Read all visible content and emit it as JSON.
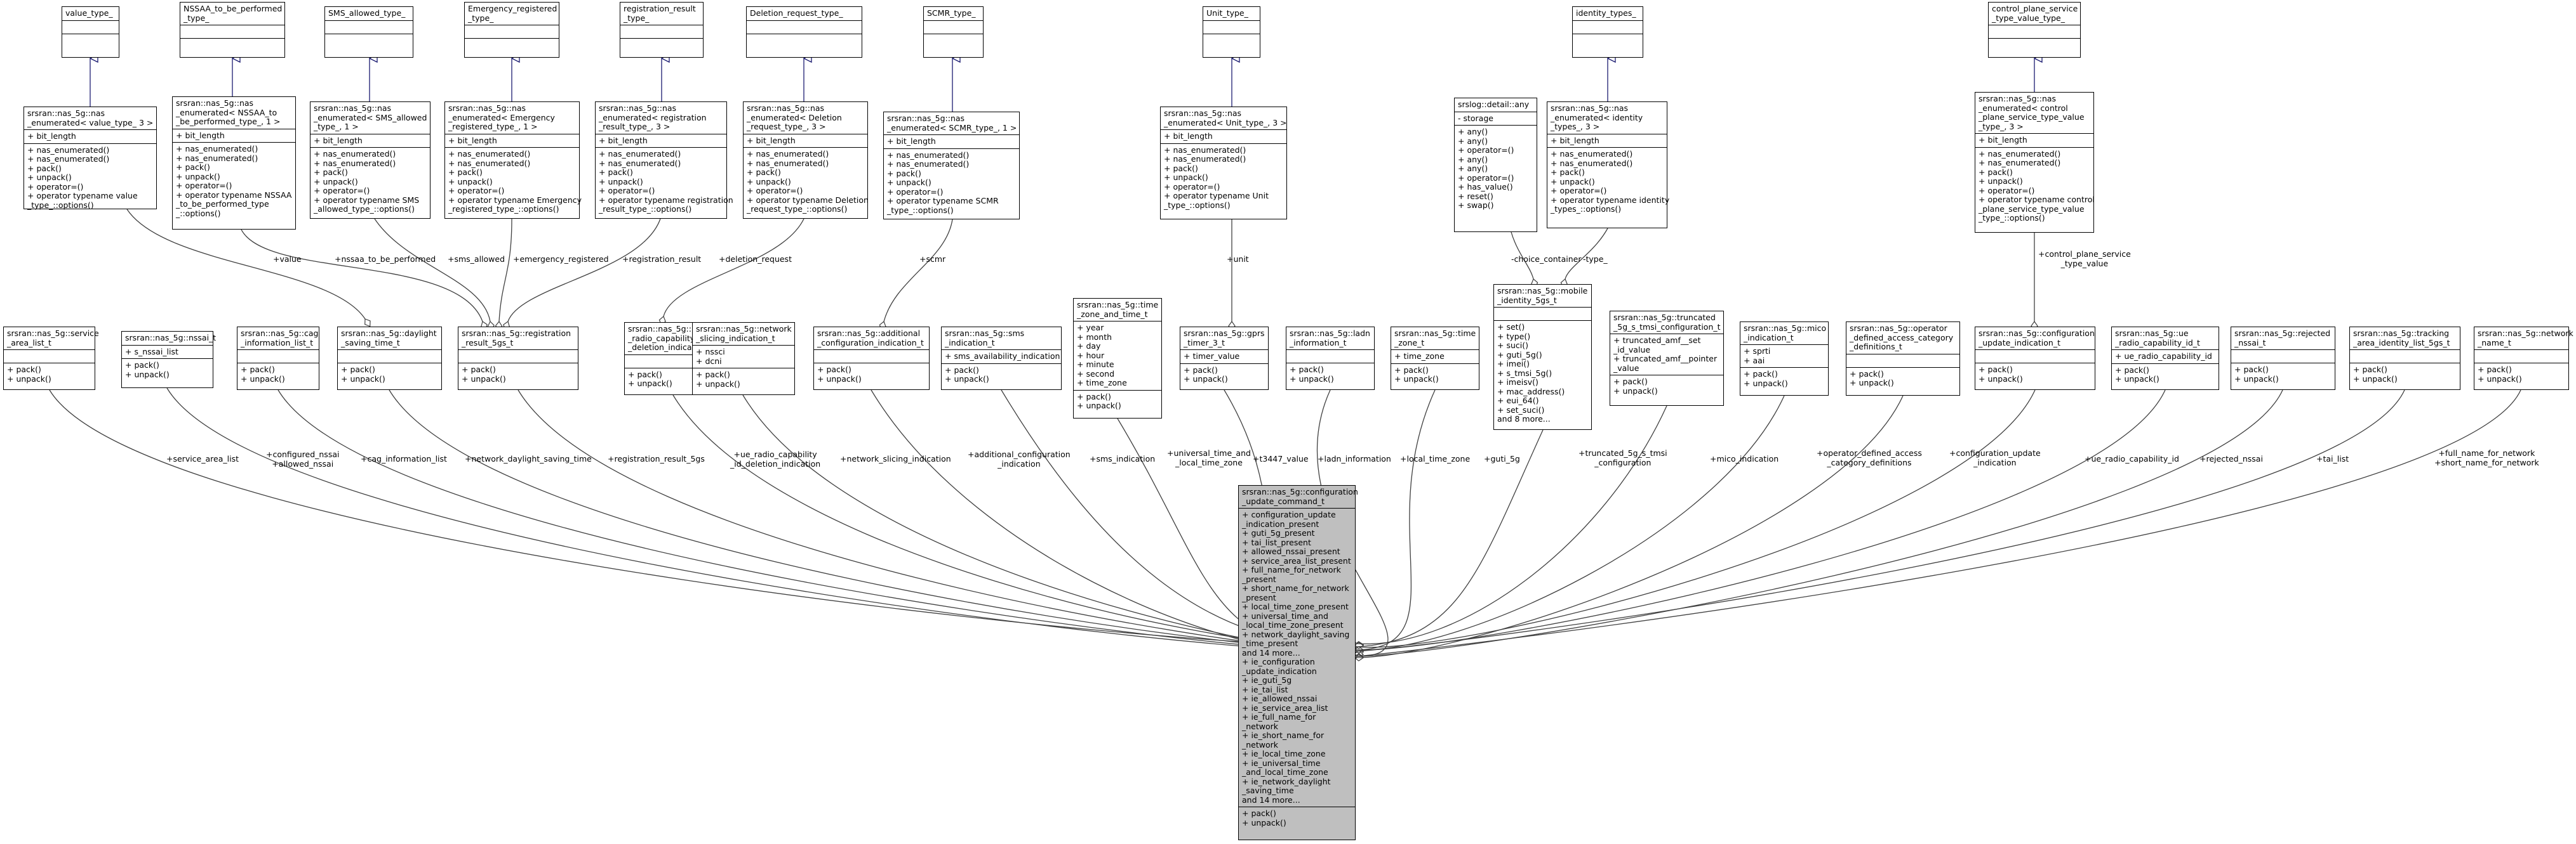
{
  "main": {
    "title": "srsran::nas_5g::configuration\n_update_command_t",
    "attrs": "+ configuration_update\n_indication_present\n+ guti_5g_present\n+ tai_list_present\n+ allowed_nssai_present\n+ service_area_list_present\n+ full_name_for_network\n_present\n+ short_name_for_network\n_present\n+ local_time_zone_present\n+ universal_time_and\n_local_time_zone_present\n+ network_daylight_saving\n_time_present\nand 14 more...\n+ ie_configuration\n_update_indication\n+ ie_guti_5g\n+ ie_tai_list\n+ ie_allowed_nssai\n+ ie_service_area_list\n+ ie_full_name_for\n_network\n+ ie_short_name_for\n_network\n+ ie_local_time_zone\n+ ie_universal_time\n_and_local_time_zone\n+ ie_network_daylight\n_saving_time\nand 14 more...",
    "methods": "+ pack()\n+ unpack()"
  },
  "templates": [
    {
      "title": "value_type_"
    },
    {
      "title": "NSSAA_to_be_performed\n_type_"
    },
    {
      "title": "SMS_allowed_type_"
    },
    {
      "title": "Emergency_registered\n_type_"
    },
    {
      "title": "registration_result\n_type_"
    },
    {
      "title": "Deletion_request_type_"
    },
    {
      "title": "SCMR_type_"
    },
    {
      "title": "Unit_type_"
    },
    {
      "title": "identity_types_"
    },
    {
      "title": "control_plane_service\n_type_value_type_"
    }
  ],
  "enumerated": [
    {
      "title": "srsran::nas_5g::nas\n_enumerated< value_type_ 3 >",
      "attrs": "+ bit_length",
      "methods": "+ nas_enumerated()\n+ nas_enumerated()\n+ pack()\n+ unpack()\n+ operator=()\n+ operator typename value\n_type_::options()"
    },
    {
      "title": "srsran::nas_5g::nas\n_enumerated< NSSAA_to\n_be_performed_type_, 1 >",
      "attrs": "+ bit_length",
      "methods": "+ nas_enumerated()\n+ nas_enumerated()\n+ pack()\n+ unpack()\n+ operator=()\n+ operator typename NSSAA\n_to_be_performed_type\n_::options()"
    },
    {
      "title": "srsran::nas_5g::nas\n_enumerated< SMS_allowed\n_type_, 1 >",
      "attrs": "+ bit_length",
      "methods": "+ nas_enumerated()\n+ nas_enumerated()\n+ pack()\n+ unpack()\n+ operator=()\n+ operator typename SMS\n_allowed_type_::options()"
    },
    {
      "title": "srsran::nas_5g::nas\n_enumerated< Emergency\n_registered_type_, 1 >",
      "attrs": "+ bit_length",
      "methods": "+ nas_enumerated()\n+ nas_enumerated()\n+ pack()\n+ unpack()\n+ operator=()\n+ operator typename Emergency\n_registered_type_::options()"
    },
    {
      "title": "srsran::nas_5g::nas\n_enumerated< registration\n_result_type_, 3 >",
      "attrs": "+ bit_length",
      "methods": "+ nas_enumerated()\n+ nas_enumerated()\n+ pack()\n+ unpack()\n+ operator=()\n+ operator typename registration\n_result_type_::options()"
    },
    {
      "title": "srsran::nas_5g::nas\n_enumerated< Deletion\n_request_type_, 3 >",
      "attrs": "+ bit_length",
      "methods": "+ nas_enumerated()\n+ nas_enumerated()\n+ pack()\n+ unpack()\n+ operator=()\n+ operator typename Deletion\n_request_type_::options()"
    },
    {
      "title": "srsran::nas_5g::nas\n_enumerated< SCMR_type_, 1 >",
      "attrs": "+ bit_length",
      "methods": "+ nas_enumerated()\n+ nas_enumerated()\n+ pack()\n+ unpack()\n+ operator=()\n+ operator typename SCMR\n_type_::options()"
    },
    {
      "title": "srsran::nas_5g::nas\n_enumerated< Unit_type_, 3 >",
      "attrs": "+ bit_length",
      "methods": "+ nas_enumerated()\n+ nas_enumerated()\n+ pack()\n+ unpack()\n+ operator=()\n+ operator typename Unit\n_type_::options()"
    },
    {
      "title": "srsran::nas_5g::nas\n_enumerated< identity\n_types_, 3 >",
      "attrs": "+ bit_length",
      "methods": "+ nas_enumerated()\n+ nas_enumerated()\n+ pack()\n+ unpack()\n+ operator=()\n+ operator typename identity\n_types_::options()"
    },
    {
      "title": "srsran::nas_5g::nas\n_enumerated< control\n_plane_service_type_value\n_type_, 3 >",
      "attrs": "+ bit_length",
      "methods": "+ nas_enumerated()\n+ nas_enumerated()\n+ pack()\n+ unpack()\n+ operator=()\n+ operator typename control\n_plane_service_type_value\n_type_::options()"
    }
  ],
  "any": {
    "title": "srslog::detail::any",
    "attrs": "- storage",
    "methods": "+ any()\n+ any()\n+ operator=()\n+ any()\n+ any()\n+ operator=()\n+ has_value()\n+ reset()\n+ swap()"
  },
  "time_zone_and_time": {
    "title": "srsran::nas_5g::time\n_zone_and_time_t",
    "attrs": "+ year\n+ month\n+ day\n+ hour\n+ minute\n+ second\n+ time_zone",
    "methods": "+ pack()\n+ unpack()"
  },
  "mobile_identity": {
    "title": "srsran::nas_5g::mobile\n_identity_5gs_t",
    "attrs": "",
    "methods": "+ set()\n+ type()\n+ suci()\n+ guti_5g()\n+ imei()\n+ s_tmsi_5g()\n+ imeisv()\n+ mac_address()\n+ eui_64()\n+ set_suci()\nand 8 more..."
  },
  "ies": [
    {
      "title": "srsran::nas_5g::service\n_area_list_t",
      "attrs": "",
      "methods": "+ pack()\n+ unpack()"
    },
    {
      "title": "srsran::nas_5g::nssai_t",
      "attrs": "+ s_nssai_list",
      "methods": "+ pack()\n+ unpack()"
    },
    {
      "title": "srsran::nas_5g::cag\n_information_list_t",
      "attrs": "",
      "methods": "+ pack()\n+ unpack()"
    },
    {
      "title": "srsran::nas_5g::daylight\n_saving_time_t",
      "attrs": "",
      "methods": "+ pack()\n+ unpack()"
    },
    {
      "title": "srsran::nas_5g::registration\n_result_5gs_t",
      "attrs": "",
      "methods": "+ pack()\n+ unpack()"
    },
    {
      "title": "srsran::nas_5g::ue\n_radio_capability_id\n_deletion_indication_t",
      "attrs": "",
      "methods": "+ pack()\n+ unpack()"
    },
    {
      "title": "srsran::nas_5g::network\n_slicing_indication_t",
      "attrs": "+ nssci\n+ dcni",
      "methods": "+ pack()\n+ unpack()"
    },
    {
      "title": "srsran::nas_5g::additional\n_configuration_indication_t",
      "attrs": "",
      "methods": "+ pack()\n+ unpack()"
    },
    {
      "title": "srsran::nas_5g::sms\n_indication_t",
      "attrs": "+ sms_availability_indication",
      "methods": "+ pack()\n+ unpack()"
    },
    {
      "title": "srsran::nas_5g::gprs\n_timer_3_t",
      "attrs": "+ timer_value",
      "methods": "+ pack()\n+ unpack()"
    },
    {
      "title": "srsran::nas_5g::ladn\n_information_t",
      "attrs": "",
      "methods": "+ pack()\n+ unpack()"
    },
    {
      "title": "srsran::nas_5g::time\n_zone_t",
      "attrs": "+ time_zone",
      "methods": "+ pack()\n+ unpack()"
    },
    {
      "title": "srsran::nas_5g::truncated\n_5g_s_tmsi_configuration_t",
      "attrs": "+ truncated_amf__set\n_id_value\n+ truncated_amf__pointer\n_value",
      "methods": "+ pack()\n+ unpack()"
    },
    {
      "title": "srsran::nas_5g::mico\n_indication_t",
      "attrs": "+ sprti\n+ aai",
      "methods": "+ pack()\n+ unpack()"
    },
    {
      "title": "srsran::nas_5g::operator\n_defined_access_category\n_definitions_t",
      "attrs": "",
      "methods": "+ pack()\n+ unpack()"
    },
    {
      "title": "srsran::nas_5g::configuration\n_update_indication_t",
      "attrs": "",
      "methods": "+ pack()\n+ unpack()"
    },
    {
      "title": "srsran::nas_5g::ue\n_radio_capability_id_t",
      "attrs": "+ ue_radio_capability_id",
      "methods": "+ pack()\n+ unpack()"
    },
    {
      "title": "srsran::nas_5g::rejected\n_nssai_t",
      "attrs": "",
      "methods": "+ pack()\n+ unpack()"
    },
    {
      "title": "srsran::nas_5g::tracking\n_area_identity_list_5gs_t",
      "attrs": "",
      "methods": "+ pack()\n+ unpack()"
    },
    {
      "title": "srsran::nas_5g::network\n_name_t",
      "attrs": "",
      "methods": "+ pack()\n+ unpack()"
    }
  ],
  "labels": {
    "value": "+value",
    "nssaa": "+nssaa_to_be_performed",
    "sms_allowed": "+sms_allowed",
    "emergency": "+emergency_registered",
    "reg_result": "+registration_result",
    "deletion": "+deletion_request",
    "scmr": "+scmr",
    "unit": "+unit",
    "choice_container": "-choice_container",
    "type": "-type_",
    "cp_service": "+control_plane_service\n_type_value",
    "service_area_list": "+service_area_list",
    "configured_nssai": "+configured_nssai\n+allowed_nssai",
    "cag": "+cag_information_list",
    "daylight": "+network_daylight_saving_time",
    "reg_result_5gs": "+registration_result_5gs",
    "ue_radio_del": "+ue_radio_capability\n_id_deletion_indication",
    "net_slicing": "+network_slicing_indication",
    "add_conf": "+additional_configuration\n_indication",
    "sms_ind": "+sms_indication",
    "universal_time": "+universal_time_and\n_local_time_zone",
    "t3447": "+t3447_value",
    "ladn": "+ladn_information",
    "local_tz": "+local_time_zone",
    "guti": "+guti_5g",
    "truncated": "+truncated_5g_s_tmsi\n_configuration",
    "mico": "+mico_indication",
    "odac": "+operator_defined_access\n_category_definitions",
    "conf_update": "+configuration_update\n_indication",
    "ue_radio_id": "+ue_radio_capability_id",
    "rejected": "+rejected_nssai",
    "tai": "+tai_list",
    "network_name": "+full_name_for_network\n+short_name_for_network"
  }
}
